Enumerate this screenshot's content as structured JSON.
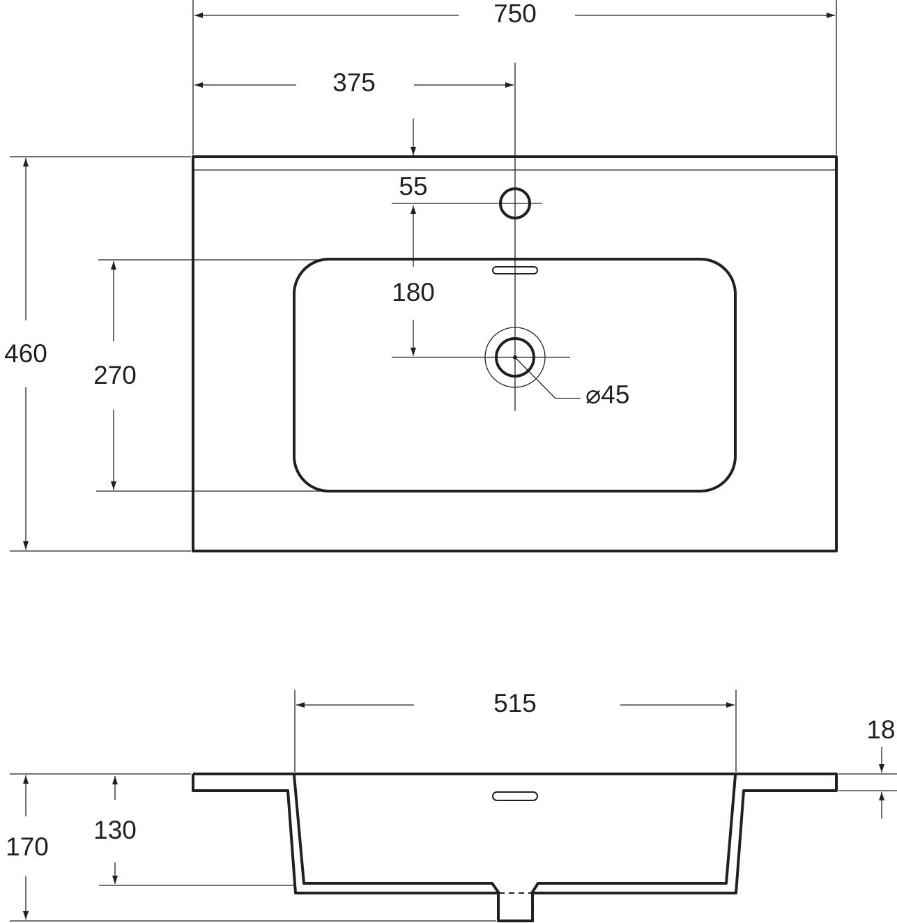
{
  "dimensions": {
    "top_view": {
      "overall_width": "750",
      "center_offset": "375",
      "overall_depth": "460",
      "bowl_depth": "270",
      "tap_hole_offset": "55",
      "drain_offset": "180",
      "drain_diameter": "⌀45"
    },
    "side_view": {
      "bowl_width": "515",
      "rim_thickness": "18",
      "bowl_height": "130",
      "overall_height": "170"
    }
  },
  "colors": {
    "line": "#231f20",
    "background": "#ffffff"
  }
}
